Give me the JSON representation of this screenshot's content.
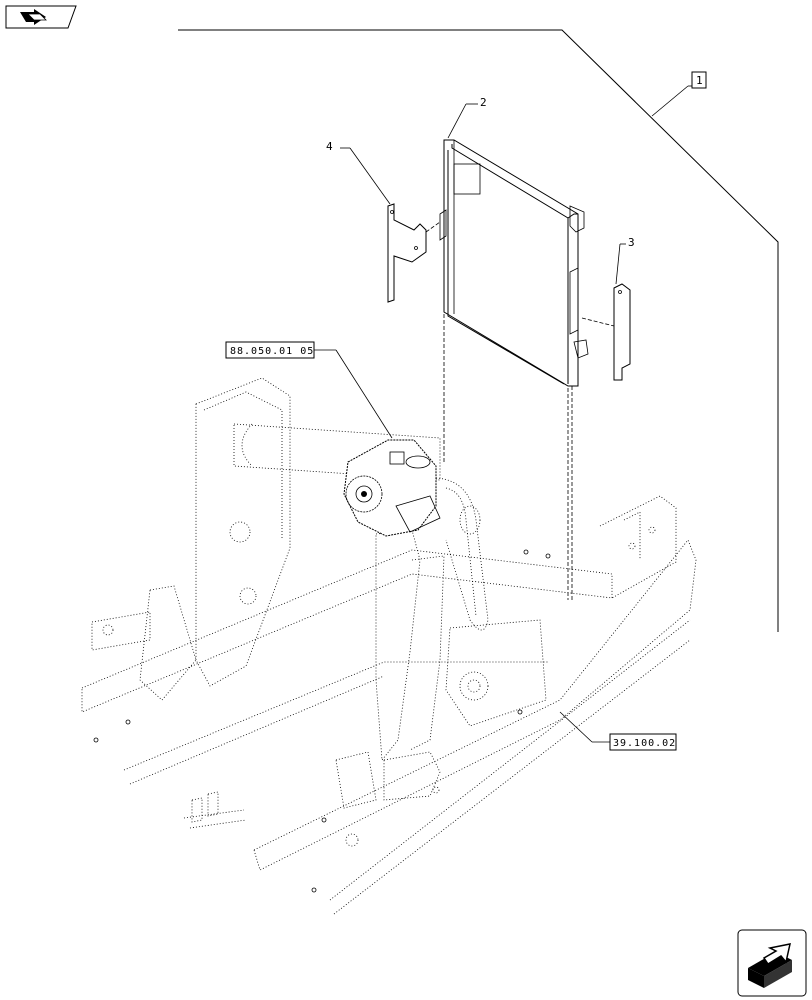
{
  "callouts": {
    "assembly": "1",
    "condenser": "2",
    "bracket_right": "3",
    "bracket_left": "4"
  },
  "references": {
    "compressor_ref": "88.050.01 05",
    "frame_ref": "39.100.02"
  },
  "icons": {
    "top_left": "previous-page-icon",
    "bottom_right": "next-page-icon"
  }
}
